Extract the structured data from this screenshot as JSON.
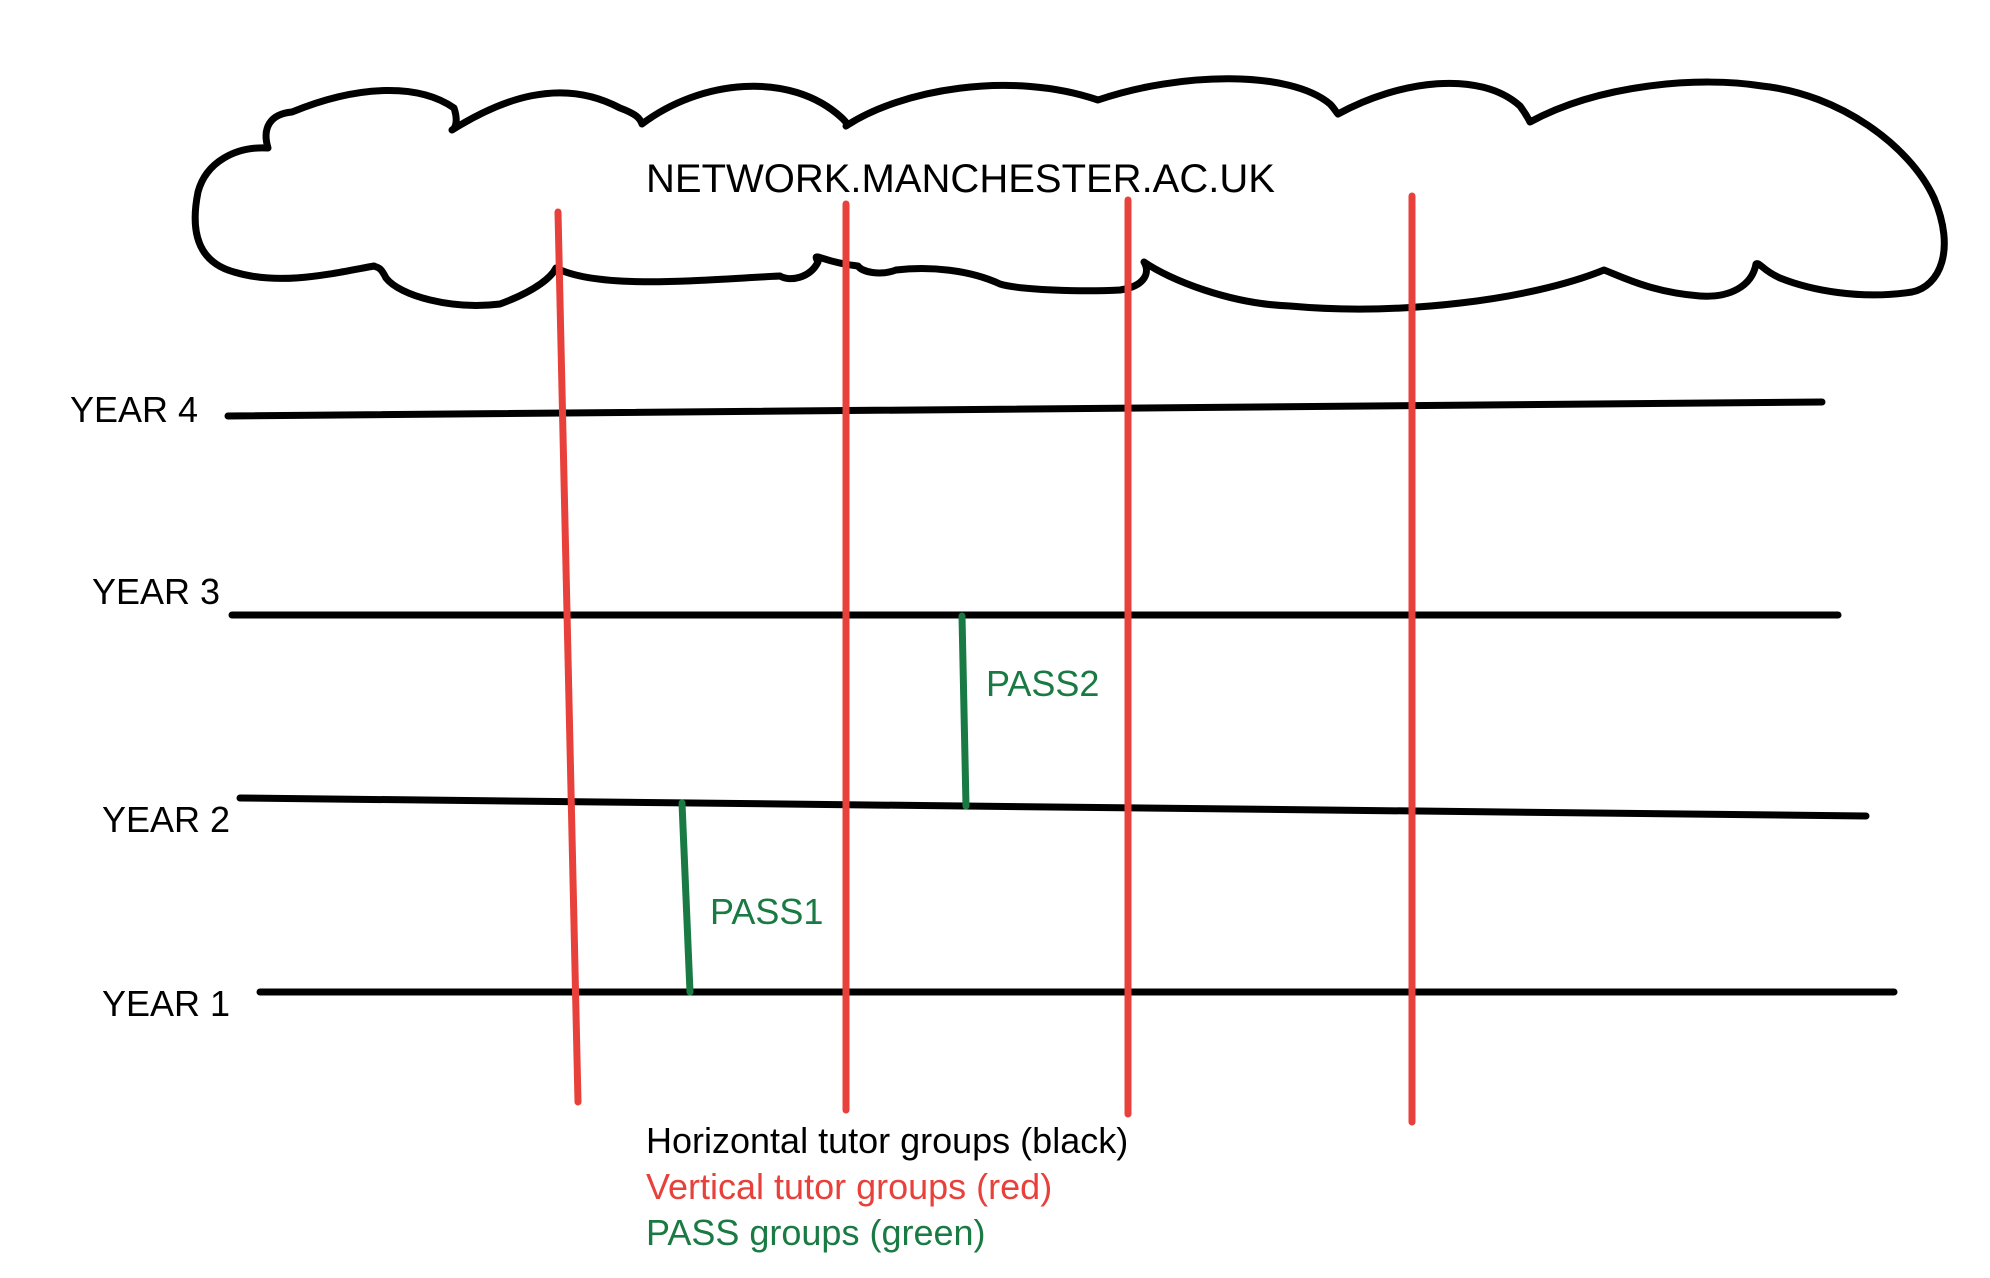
{
  "cloud": {
    "title": "NETWORK.MANCHESTER.AC.UK"
  },
  "years": [
    {
      "label": "YEAR 4"
    },
    {
      "label": "YEAR 3"
    },
    {
      "label": "YEAR 2"
    },
    {
      "label": "YEAR 1"
    }
  ],
  "pass_groups": [
    {
      "label": "PASS2"
    },
    {
      "label": "PASS1"
    }
  ],
  "legend": {
    "horizontal": "Horizontal tutor groups (black)",
    "vertical": "Vertical tutor groups (red)",
    "pass": "PASS groups (green)"
  },
  "colors": {
    "horizontal": "#000000",
    "vertical": "#e8413b",
    "pass": "#1a7a44",
    "background": "#ffffff"
  }
}
